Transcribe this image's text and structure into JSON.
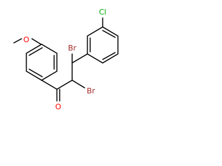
{
  "molecule": {
    "atoms": {
      "chlorine": {
        "text": "Cl",
        "color": "#00aa00"
      },
      "bromine_upper": {
        "text": "Br",
        "color": "#a52a2a"
      },
      "bromine_lower": {
        "text": "Br",
        "color": "#a52a2a"
      },
      "methoxy_oxygen": {
        "text": "O",
        "color": "#ff0000"
      },
      "carbonyl_oxygen": {
        "text": "O",
        "color": "#ff0000"
      }
    },
    "bond_color": "#000000"
  }
}
